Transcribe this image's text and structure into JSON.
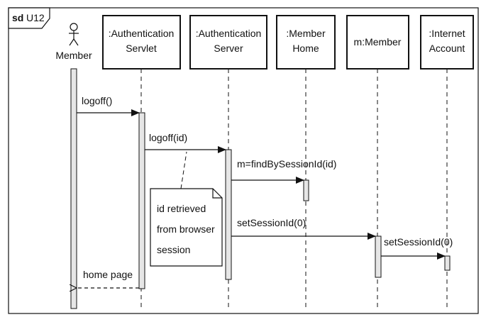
{
  "frame": {
    "keyword": "sd",
    "name": "U12"
  },
  "lifelines": {
    "member": {
      "label": "Member"
    },
    "servlet": {
      "line1": ":Authentication",
      "line2": "Servlet"
    },
    "server": {
      "line1": ":Authentication",
      "line2": "Server"
    },
    "home": {
      "line1": ":Member",
      "line2": "Home"
    },
    "mmember": {
      "line1": "m:Member"
    },
    "account": {
      "line1": ":Internet",
      "line2": "Account"
    }
  },
  "messages": {
    "m1": "logoff()",
    "m2": "logoff(id)",
    "m3": "m=findBySessionId(id)",
    "m4": "setSessionId(0)",
    "m5": "setSessionId(0)",
    "r1": "home page"
  },
  "note": {
    "line1": "id retrieved",
    "line2": "from browser",
    "line3": "session"
  }
}
